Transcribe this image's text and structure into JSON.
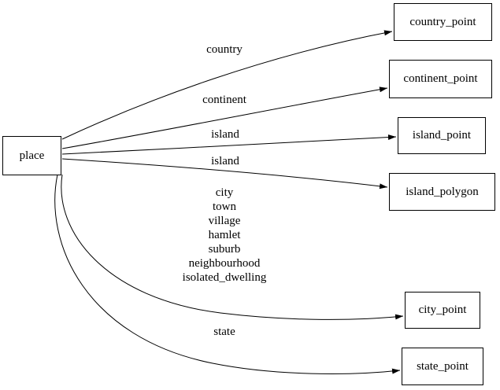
{
  "graph": {
    "background_color": "#ffffff",
    "stroke_color": "#000000",
    "node_fill_color": "#ffffff",
    "nodes": {
      "place": "place",
      "country_point": "country_point",
      "continent_point": "continent_point",
      "island_point": "island_point",
      "island_polygon": "island_polygon",
      "city_point": "city_point",
      "state_point": "state_point"
    },
    "edge_labels": {
      "country": "country",
      "continent": "continent",
      "island_point": "island",
      "island_polygon": "island",
      "city_group": [
        "city",
        "town",
        "village",
        "hamlet",
        "suburb",
        "neighbourhood",
        "isolated_dwelling"
      ],
      "state": "state"
    }
  }
}
